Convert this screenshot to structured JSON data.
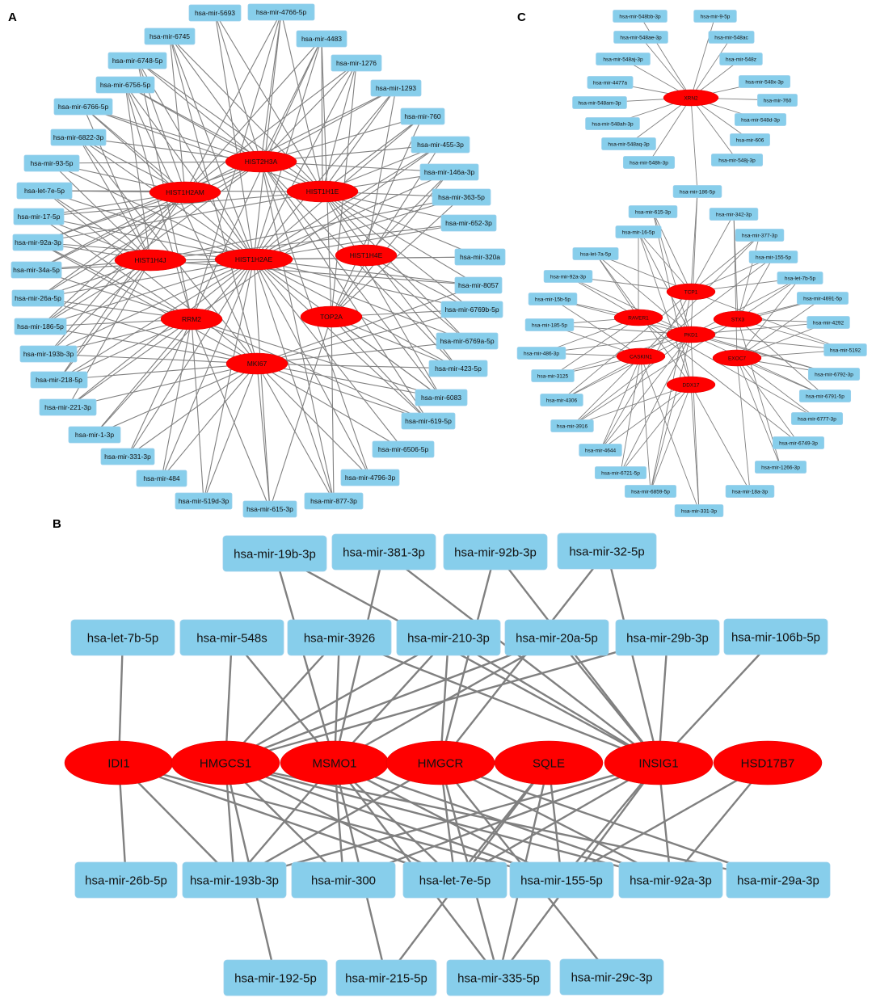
{
  "panels": [
    {
      "label": "A",
      "genes": [
        "HIST2H3A",
        "HIST1H2AM",
        "HIST1H1E",
        "HIST1H4J",
        "HIST1H2AE",
        "HIST1H4E",
        "RRM2",
        "TOP2A",
        "MKI67"
      ],
      "mirnas": [
        "hsa-mir-5693",
        "hsa-mir-4766-5p",
        "hsa-mir-6745",
        "hsa-mir-4483",
        "hsa-mir-6748-5p",
        "hsa-mir-1276",
        "hsa-mir-6756-5p",
        "hsa-mir-1293",
        "hsa-mir-6766-5p",
        "hsa-mir-760",
        "hsa-mir-6822-3p",
        "hsa-mir-455-3p",
        "hsa-mir-93-5p",
        "hsa-mir-146a-3p",
        "hsa-let-7e-5p",
        "hsa-mir-363-5p",
        "hsa-mir-17-5p",
        "hsa-mir-652-3p",
        "hsa-mir-92a-3p",
        "hsa-mir-320a",
        "hsa-mir-34a-5p",
        "hsa-mir-8057",
        "hsa-mir-26a-5p",
        "hsa-mir-6769b-5p",
        "hsa-mir-186-5p",
        "hsa-mir-6769a-5p",
        "hsa-mir-193b-3p",
        "hsa-mir-423-5p",
        "hsa-mir-218-5p",
        "hsa-mir-6083",
        "hsa-mir-221-3p",
        "hsa-mir-619-5p",
        "hsa-mir-1-3p",
        "hsa-mir-6506-5p",
        "hsa-mir-331-3p",
        "hsa-mir-4796-3p",
        "hsa-mir-484",
        "hsa-mir-877-3p",
        "hsa-mir-519d-3p",
        "hsa-mir-615-3p"
      ]
    },
    {
      "label": "B",
      "genes": [
        "IDI1",
        "HMGCS1",
        "MSMO1",
        "HMGCR",
        "SQLE",
        "INSIG1",
        "HSD17B7"
      ],
      "mirnas": [
        "hsa-mir-19b-3p",
        "hsa-mir-381-3p",
        "hsa-mir-92b-3p",
        "hsa-mir-32-5p",
        "hsa-let-7b-5p",
        "hsa-mir-548s",
        "hsa-mir-3926",
        "hsa-mir-210-3p",
        "hsa-mir-20a-5p",
        "hsa-mir-29b-3p",
        "hsa-mir-106b-5p",
        "hsa-mir-26b-5p",
        "hsa-mir-193b-3p",
        "hsa-mir-300",
        "hsa-let-7e-5p",
        "hsa-mir-155-5p",
        "hsa-mir-92a-3p",
        "hsa-mir-29a-3p",
        "hsa-mir-192-5p",
        "hsa-mir-215-5p",
        "hsa-mir-335-5p",
        "hsa-mir-29c-3p"
      ]
    },
    {
      "label": "C",
      "genes": [
        "XRN2",
        "TCP1",
        "RAVER1",
        "STX3",
        "PKD1",
        "CASKIN1",
        "EXOC7",
        "DDX17"
      ],
      "mirnas": [
        "hsa-mir-548bb-3p",
        "hsa-mir-9-5p",
        "hsa-mir-548ae-3p",
        "hsa-mir-548ac",
        "hsa-mir-548aj-3p",
        "hsa-mir-548z",
        "hsa-mir-4477a",
        "hsa-mir-548x-3p",
        "hsa-mir-548am-3p",
        "hsa-mir-760",
        "hsa-mir-548ah-3p",
        "hsa-mir-548d-3p",
        "hsa-mir-548aq-3p",
        "hsa-mir-606",
        "hsa-mir-548h-3p",
        "hsa-mir-548j-3p",
        "hsa-mir-186-5p",
        "hsa-mir-615-3p",
        "hsa-mir-342-3p",
        "hsa-mir-16-5p",
        "hsa-mir-377-3p",
        "hsa-let-7a-5p",
        "hsa-mir-155-5p",
        "hsa-mir-92a-3p",
        "hsa-let-7b-5p",
        "hsa-mir-15b-5p",
        "hsa-mir-4691-5p",
        "hsa-mir-185-5p",
        "hsa-mir-4292",
        "hsa-mir-486-3p",
        "hsa-mir-5192",
        "hsa-mir-3125",
        "hsa-mir-6792-3p",
        "hsa-mir-4306",
        "hsa-mir-6791-5p",
        "hsa-mir-3916",
        "hsa-mir-6777-3p",
        "hsa-mir-4644",
        "hsa-mir-6749-3p",
        "hsa-mir-6721-5p",
        "hsa-mir-1266-3p",
        "hsa-mir-6859-5p",
        "hsa-mir-18a-3p",
        "hsa-mir-331-3p"
      ]
    }
  ],
  "colors": {
    "gene": "#ff0000",
    "mirna": "#87CEEB",
    "edge": "#808080"
  }
}
